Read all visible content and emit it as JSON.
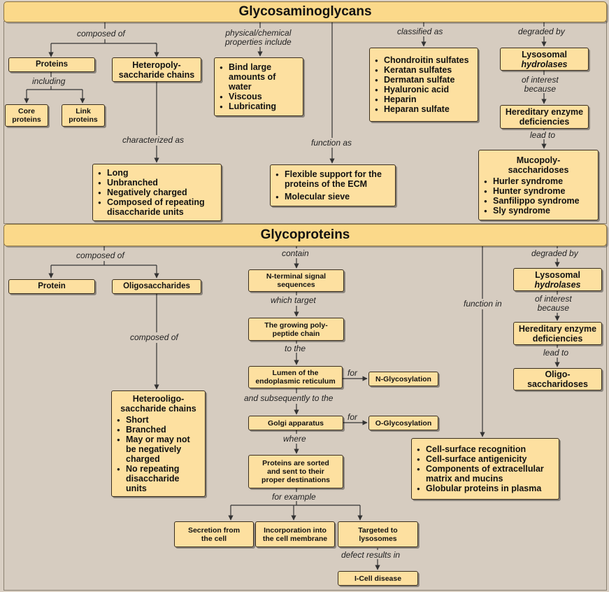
{
  "gag": {
    "title": "Glycosaminoglycans",
    "composed_of": "composed of",
    "proteins": "Proteins",
    "including": "including",
    "core_proteins": [
      "Core",
      "proteins"
    ],
    "link_proteins": [
      "Link",
      "proteins"
    ],
    "heteropoly": [
      "Heteropoly-",
      "saccharide chains"
    ],
    "characterized_as": "characterized as",
    "characteristics": [
      "Long",
      "Unbranched",
      "Negatively charged",
      "Composed of repeating disaccharide units"
    ],
    "physchem_label": [
      "physical/chemical",
      "properties include"
    ],
    "properties": [
      "Bind large amounts of water",
      "Viscous",
      "Lubricating"
    ],
    "function_as": "function as",
    "functions": [
      "Flexible support for the proteins of the ECM",
      "Molecular sieve"
    ],
    "classified_as": "classified as",
    "classes": [
      "Chondroitin sulfates",
      "Keratan sulfates",
      "Dermatan sulfate",
      "Hyaluronic acid",
      "Heparin",
      "Heparan sulfate"
    ],
    "degraded_by": "degraded by",
    "lysosomal": "Lysosomal",
    "hydrolases": "hydrolases",
    "of_interest": [
      "of interest",
      "because"
    ],
    "hereditary": [
      "Hereditary enzyme",
      "deficiencies"
    ],
    "lead_to": "lead to",
    "mps_title": [
      "Mucopoly-",
      "saccharidoses"
    ],
    "mps": [
      "Hurler syndrome",
      "Hunter syndrome",
      "Sanfilippo syndrome",
      "Sly syndrome"
    ]
  },
  "gp": {
    "title": "Glycoproteins",
    "composed_of": "composed of",
    "protein": "Protein",
    "oligosaccharides": "Oligosaccharides",
    "composed_of2": "composed of",
    "hetero_title": [
      "Heterooligo-",
      "saccharide chains"
    ],
    "hetero_items": [
      "Short",
      "Branched",
      "May or may not be negatively charged",
      "No repeating disaccharide units"
    ],
    "contain": "contain",
    "nterm": [
      "N-terminal signal",
      "sequences"
    ],
    "which_target": "which target",
    "growing": [
      "The growing poly-",
      "peptide chain"
    ],
    "to_the": "to the",
    "lumen": [
      "Lumen of the",
      "endoplasmic reticulum"
    ],
    "for1": "for",
    "nglyco": "N-Glycosylation",
    "subsequently": "and subsequently to the",
    "golgi": "Golgi apparatus",
    "for2": "for",
    "oglyco": "O-Glycosylation",
    "where": "where",
    "sorted": [
      "Proteins are sorted",
      "and sent to their",
      "proper destinations"
    ],
    "for_example": "for example",
    "secretion": [
      "Secretion from",
      "the cell"
    ],
    "incorporation": [
      "Incorporation into",
      "the cell membrane"
    ],
    "targeted": [
      "Targeted to",
      "lysosomes"
    ],
    "defect": "defect results in",
    "icell": "I-Cell disease",
    "function_in": "function in",
    "functions": [
      "Cell-surface recognition",
      "Cell-surface antigenicity",
      "Components of extracellular matrix and mucins",
      "Globular proteins in plasma"
    ],
    "degraded_by": "degraded by",
    "lysosomal": "Lysosomal",
    "hydrolases": "hydrolases",
    "of_interest": [
      "of interest",
      "because"
    ],
    "hereditary": [
      "Hereditary enzyme",
      "deficiencies"
    ],
    "lead_to": "lead to",
    "oligo": [
      "Oligo-",
      "saccharidoses"
    ]
  }
}
